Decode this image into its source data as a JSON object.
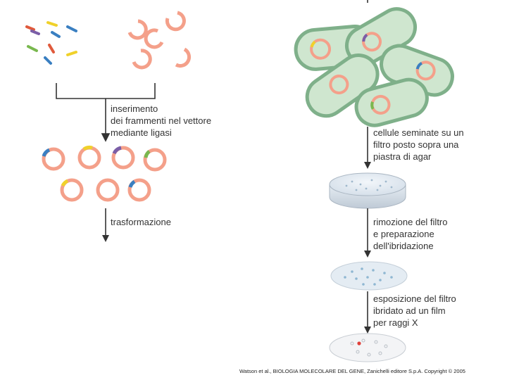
{
  "steps": {
    "insertion": [
      "inserimento",
      "dei frammenti nel vettore",
      "mediante ligasi"
    ],
    "transformation": [
      "trasformazione"
    ],
    "seeding": [
      "cellule seminate su un",
      "filtro posto sopra una",
      "piastra di agar"
    ],
    "filter_removal": [
      "rimozione del filtro",
      "e preparazione",
      "dell'ibridazione"
    ],
    "exposure": [
      "esposizione del filtro",
      "ibridato ad un film",
      "per raggi X"
    ]
  },
  "credit": "Watson et al., BIOLOGIA MOLECOLARE DEL GENE, Zanichelli editore S.p.A. Copyright © 2005",
  "colors": {
    "plasmid": "#f4a08a",
    "cell_fill": "#cfe6cf",
    "cell_border": "#7fb08a",
    "arrow": "#333333",
    "fragments": [
      "#7b5ea7",
      "#e05a3c",
      "#79b84e",
      "#f0d12a",
      "#3a7fc1"
    ]
  }
}
